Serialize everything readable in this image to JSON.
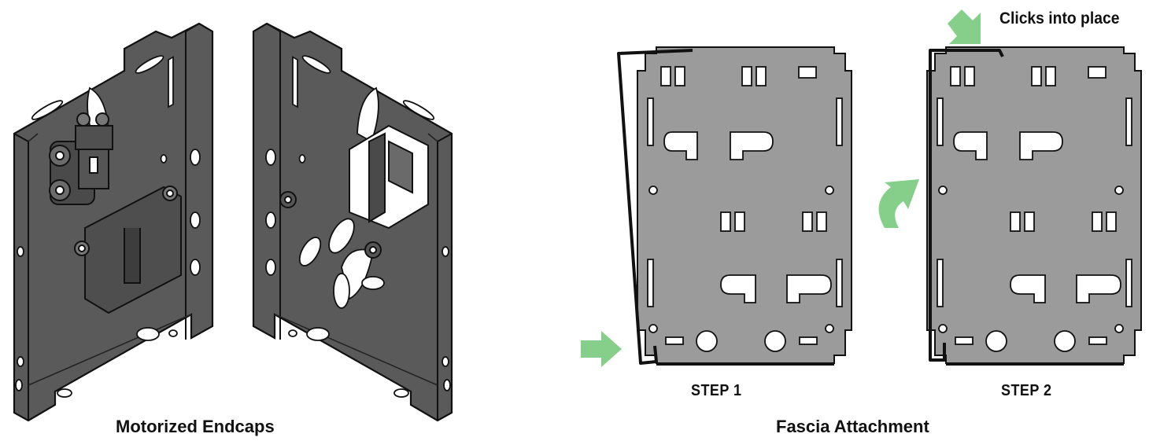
{
  "left_caption": "Motorized Endcaps",
  "right_caption": "Fascia Attachment",
  "step1_label": "STEP 1",
  "step2_label": "STEP 2",
  "clicks_callout": "Clicks into place",
  "colors": {
    "plate_fill": "#9b9b9b",
    "plate_dark": "#6f6f6f",
    "endcap_fill": "#5a5a5a",
    "outline": "#111111",
    "arrow_green": "#86cf8b"
  },
  "icons": [
    "green-arrow-right-icon",
    "green-arrow-down-right-icon",
    "green-curved-arrow-icon"
  ]
}
